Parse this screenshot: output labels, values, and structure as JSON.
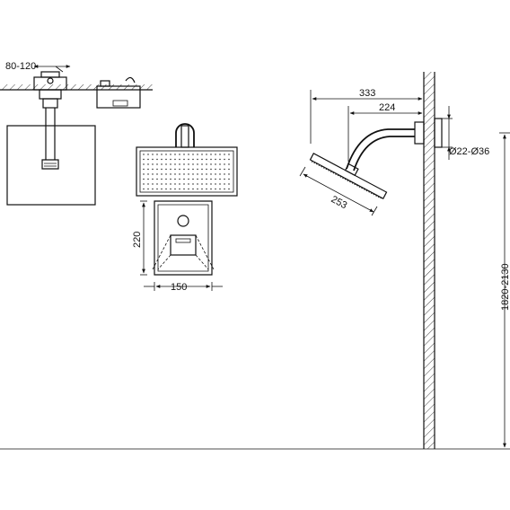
{
  "dimensions": {
    "mount_depth": "80-120",
    "reach_total": "333",
    "reach_arm": "224",
    "pipe_diameter": "Ø22-Ø36",
    "head_size": "253",
    "plate_height": "220",
    "plate_width": "150",
    "install_height": "1820-2130"
  },
  "colors": {
    "line": "#111111",
    "background": "#ffffff"
  }
}
